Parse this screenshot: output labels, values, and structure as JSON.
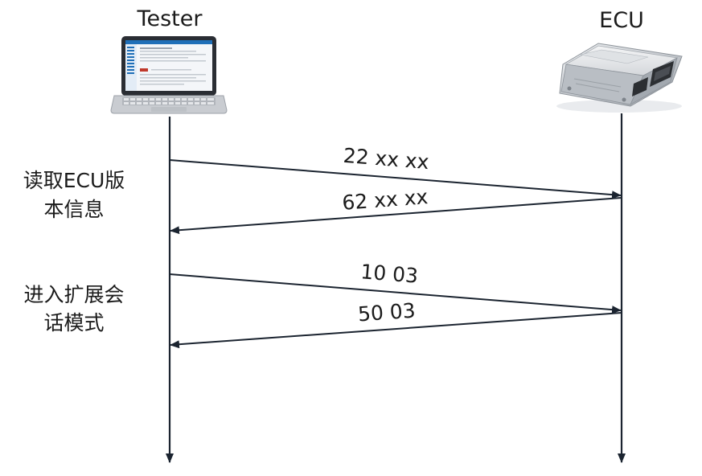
{
  "participants": {
    "left": {
      "name": "Tester",
      "icon": "laptop-icon"
    },
    "right": {
      "name": "ECU",
      "icon": "ecu-module-icon"
    }
  },
  "steps": [
    {
      "label_lines": [
        "读取ECU版",
        "本信息"
      ],
      "request": "22 xx xx",
      "response": "62 xx xx"
    },
    {
      "label_lines": [
        "进入扩展会",
        "话模式"
      ],
      "request": "10 03",
      "response": "50 03"
    }
  ],
  "colors": {
    "line": "#1b2430",
    "text": "#1b1b1b",
    "ecu_silver": "#c9ccd0",
    "screen_blue": "#1f6fb8"
  }
}
